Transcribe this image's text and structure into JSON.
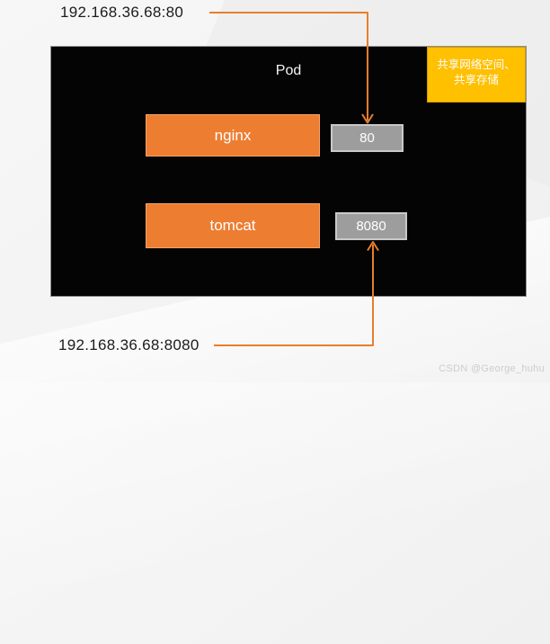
{
  "colors": {
    "background": "#f4f4f4",
    "pod_fill": "#040404",
    "container_orange": "#ED7D31",
    "note_gold": "#FFC000",
    "port_gray": "#9d9d9d",
    "port_border": "#c9c9c9",
    "connector_orange": "#E87E2B",
    "annotation_text": "#1c1c1c",
    "watermark_gray": "#cdcdcd"
  },
  "annotations": {
    "top": "192.168.36.68:80",
    "bottom": "192.168.36.68:8080"
  },
  "pod": {
    "title": "Pod",
    "shared_note": {
      "line1": "共享网络空间、",
      "line2": "共享存储"
    },
    "containers": [
      {
        "name": "nginx",
        "port": "80"
      },
      {
        "name": "tomcat",
        "port": "8080"
      }
    ]
  },
  "watermark": "CSDN @George_huhu"
}
